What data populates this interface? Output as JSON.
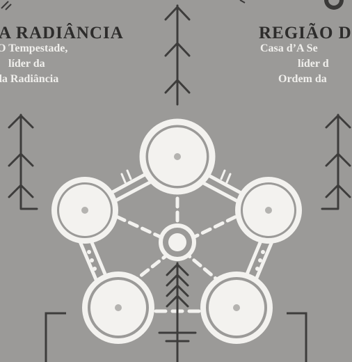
{
  "left_region": {
    "title": "A RADIÂNCIA",
    "lines": [
      "O Tempestade,",
      "líder da",
      "da Radiância"
    ]
  },
  "right_region": {
    "title": "REGIÃO D",
    "lines": [
      "Casa d’A Se",
      "líder d",
      "Ordem da"
    ]
  },
  "colors": {
    "background": "#9b9a98",
    "emblem": "#f3f2ef",
    "ink": "#2d2c2b"
  }
}
